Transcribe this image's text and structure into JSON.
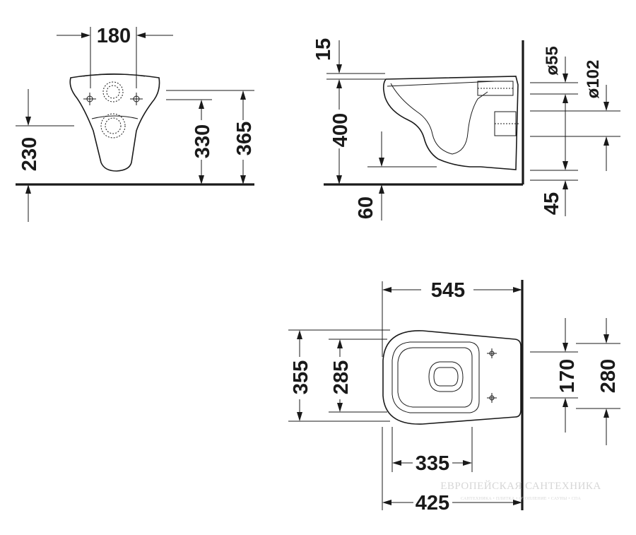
{
  "front_view": {
    "dim_width_top": "180",
    "dim_height_left": "230",
    "dim_height_mid": "330",
    "dim_height_right": "365"
  },
  "side_view": {
    "dim_top_offset": "15",
    "dim_height": "400",
    "dim_bottom": "60",
    "dim_pipe_small": "ø55",
    "dim_pipe_large": "ø102",
    "dim_wall_bottom": "45"
  },
  "top_view": {
    "dim_length": "545",
    "dim_width_outer": "355",
    "dim_width_inner": "285",
    "dim_length_inner": "335",
    "dim_length_mid": "425",
    "dim_bolt_spacing": "170",
    "dim_bolt_outer": "280"
  },
  "watermark": {
    "line1": "ЕВРОПЕЙСКАЯ САНТЕХНИКА",
    "line2": "САНТЕХНИКА • ПЛИТКА • ОТОПЛЕНИЕ • САУНЫ • СПА"
  }
}
